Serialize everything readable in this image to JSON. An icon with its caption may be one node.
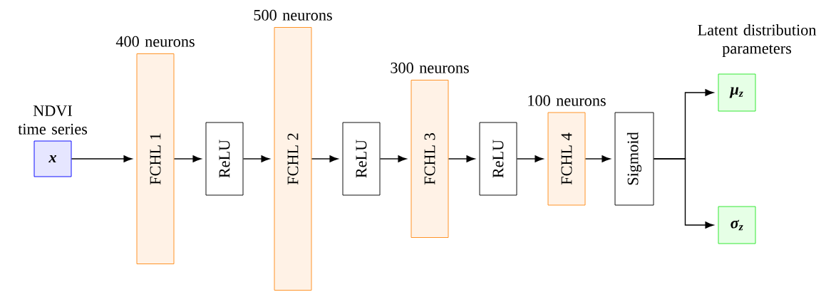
{
  "diagram": {
    "nodes": [
      {
        "text": [
          "NDVI time series",
          "x"
        ]
      },
      {
        "text": [
          "FCHL 1"
        ],
        "beside": [
          "400 neurons"
        ]
      },
      {
        "text": [
          "ReLU"
        ]
      },
      {
        "text": [
          "FCHL 2"
        ],
        "beside": [
          "500 neurons"
        ]
      },
      {
        "text": [
          "ReLU"
        ]
      },
      {
        "text": [
          "FCHL 3"
        ],
        "beside": [
          "300 neurons"
        ]
      },
      {
        "text": [
          "ReLU"
        ]
      },
      {
        "text": [
          "FCHL 4"
        ],
        "beside": [
          "100 neurons"
        ]
      },
      {
        "text": [
          "Sigmoid"
        ]
      },
      {
        "text": [
          "μ$_{z}$"
        ]
      },
      {
        "text": [
          "σ$_{z}$"
        ]
      }
    ],
    "edges": [
      {
        "from": 0,
        "to": 1,
        "arrow": "to"
      },
      {
        "from": 1,
        "to": 2,
        "arrow": "to"
      },
      {
        "from": 2,
        "to": 3,
        "arrow": "to"
      },
      {
        "from": 3,
        "to": 4,
        "arrow": "to"
      },
      {
        "from": 4,
        "to": 5,
        "arrow": "to"
      },
      {
        "from": 5,
        "to": 6,
        "arrow": "to"
      },
      {
        "from": 6,
        "to": 7,
        "arrow": "to"
      },
      {
        "from": 7,
        "to": 8,
        "arrow": "to"
      },
      {
        "from": 8,
        "to": 9,
        "arrow": "to"
      },
      {
        "from": 8,
        "to": 10,
        "arrow": "to"
      }
    ],
    "labels": [
      "Latent distribution parameters"
    ]
  }
}
